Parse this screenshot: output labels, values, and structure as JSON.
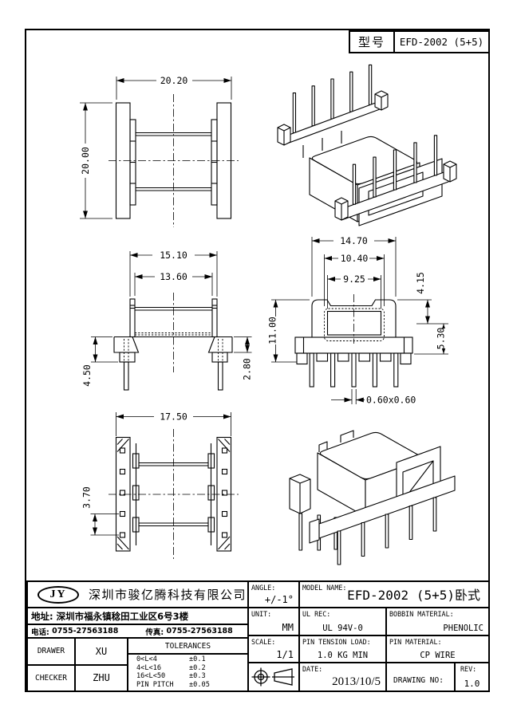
{
  "header": {
    "model_label": "型号",
    "model_value": "EFD-2002 (5+5)"
  },
  "views": {
    "top_view": {
      "dim_width": "20.20",
      "dim_height": "20.00"
    },
    "front_view": {
      "dim_outer": "15.10",
      "dim_inner": "13.60",
      "dim_pin_length": "4.50",
      "dim_base_height": "2.80"
    },
    "end_view": {
      "dim_outer": "14.70",
      "dim_mid": "10.40",
      "dim_inner": "9.25",
      "dim_top": "4.15",
      "dim_window": "5.30",
      "dim_height": "11.00",
      "dim_pin_size": "0.60x0.60"
    },
    "bottom_view": {
      "dim_length": "17.50",
      "dim_pitch": "3.70"
    }
  },
  "title_block": {
    "company": {
      "logo": "JY",
      "name": "深圳市骏亿腾科技有限公司",
      "address_label": "地址:",
      "address": "深圳市福永镇稔田工业区6号3楼",
      "phone_label": "电话:",
      "phone": "0755-27563188",
      "fax_label": "传真:",
      "fax": "0755-27563188"
    },
    "drawer_label": "DRAWER",
    "drawer": "XU",
    "checker_label": "CHECKER",
    "checker": "ZHU",
    "tolerances": {
      "title": "TOLERANCES",
      "rows": [
        {
          "range": "0<L<4",
          "value": "±0.1"
        },
        {
          "range": "4<L<16",
          "value": "±0.2"
        },
        {
          "range": "16<L<50",
          "value": "±0.3"
        },
        {
          "range": "PIN PITCH",
          "value": "±0.05"
        }
      ]
    },
    "angle_label": "ANGLE:",
    "angle": "+/-1°",
    "unit_label": "UNIT:",
    "unit": "MM",
    "scale_label": "SCALE:",
    "scale": "1/1",
    "model_name_label": "MODEL NAME:",
    "model_name": "EFD-2002 (5+5)卧式",
    "ul_label": "UL REC:",
    "ul": "UL 94V-0",
    "pin_tension_label": "PIN TENSION LOAD:",
    "pin_tension": "1.0 KG MIN",
    "bobbin_material_label": "BOBBIN MATERIAL:",
    "bobbin_material": "PHENOLIC",
    "pin_material_label": "PIN MATERIAL:",
    "pin_material": "CP WIRE",
    "date_label": "DATE:",
    "date": "2013/10/5",
    "drawing_no_label": "DRAWING NO:",
    "drawing_no": "",
    "rev_label": "REV:",
    "rev": "1.0"
  }
}
